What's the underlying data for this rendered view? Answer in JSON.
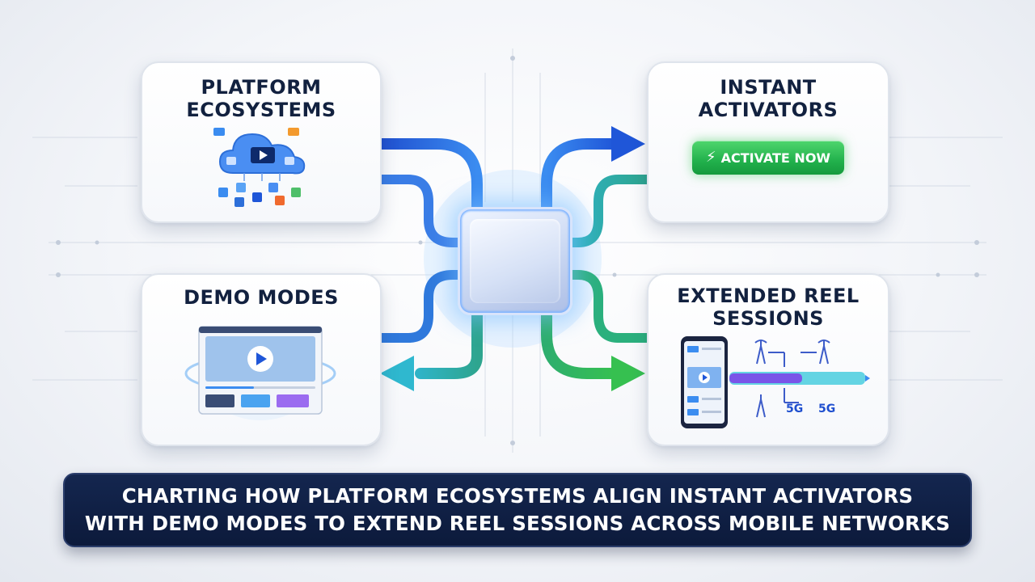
{
  "cards": {
    "platform": {
      "title_line1": "PLATFORM",
      "title_line2": "ECOSYSTEMS"
    },
    "instant": {
      "title_line1": "INSTANT",
      "title_line2": "ACTIVATORS",
      "button_label": "ACTIVATE NOW",
      "button_icon": "lightning-bolt-icon"
    },
    "demo": {
      "title": "DEMO MODES"
    },
    "extended": {
      "title_line1": "EXTENDED REEL",
      "title_line2": "SESSIONS",
      "network_label_1": "5G",
      "network_label_2": "5G"
    }
  },
  "caption": {
    "line1": "CHARTING HOW PLATFORM ECOSYSTEMS ALIGN INSTANT ACTIVATORS",
    "line2": "WITH DEMO MODES TO EXTEND REEL SESSIONS ACROSS MOBILE NETWORKS"
  },
  "colors": {
    "navy": "#0c1a3b",
    "blue_flow": "#2f6fe0",
    "teal_flow": "#2fb3a6",
    "green_flow": "#34b85a",
    "button_green": "#22b14c"
  }
}
